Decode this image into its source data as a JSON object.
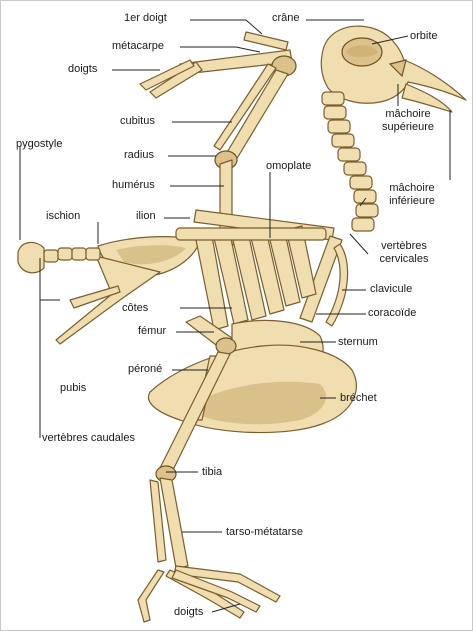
{
  "labels": {
    "premier_doigt": "1er doigt",
    "crane": "crâne",
    "metacarpe": "métacarpe",
    "orbite": "orbite",
    "doigts_aile": "doigts",
    "machoire_superieure_1": "mâchoire",
    "machoire_superieure_2": "supérieure",
    "pygostyle": "pygostyle",
    "cubitus": "cubitus",
    "radius": "radius",
    "omoplate": "omoplate",
    "humerus": "humérus",
    "machoire_inferieure_1": "mâchoire",
    "machoire_inferieure_2": "inférieure",
    "ischion": "ischion",
    "ilion": "ilion",
    "vertebres_cervicales_1": "vertèbres",
    "vertebres_cervicales_2": "cervicales",
    "clavicule": "clavicule",
    "cotes": "côtes",
    "coracoide": "coracoïde",
    "femur": "fémur",
    "sternum": "sternum",
    "perone": "péroné",
    "pubis": "pubis",
    "brechet": "bréchet",
    "vertebres_caudales": "vertèbres caudales",
    "tibia": "tibia",
    "tarso_metatarse": "tarso-métatarse",
    "doigts_patte": "doigts"
  },
  "colors": {
    "bone": "#f0ddb0",
    "bone_outline": "#7a5e2e",
    "leader_line": "#222222",
    "background": "#ffffff"
  }
}
